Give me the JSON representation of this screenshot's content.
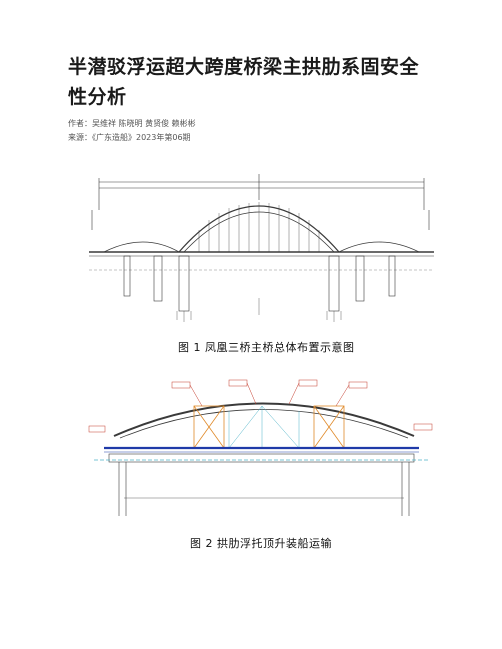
{
  "article": {
    "title": "半潜驳浮运超大跨度桥梁主拱肋系固安全性分析",
    "authors": "作者：吴维祥 陈晓明 黄贤俊 赖彬彬",
    "source": "来源：《广东造船》2023年第06期"
  },
  "figures": [
    {
      "caption": "图 1  凤凰三桥主桥总体布置示意图"
    },
    {
      "caption": "图 2  拱肋浮托顶升装船运输"
    }
  ],
  "colors": {
    "drawing_line": "#3a3a3a",
    "deck_blue": "#1f3aa8",
    "support_orange": "#e08a2a",
    "callout_red": "#c43a2a",
    "water_cyan": "#4fb3c8"
  }
}
